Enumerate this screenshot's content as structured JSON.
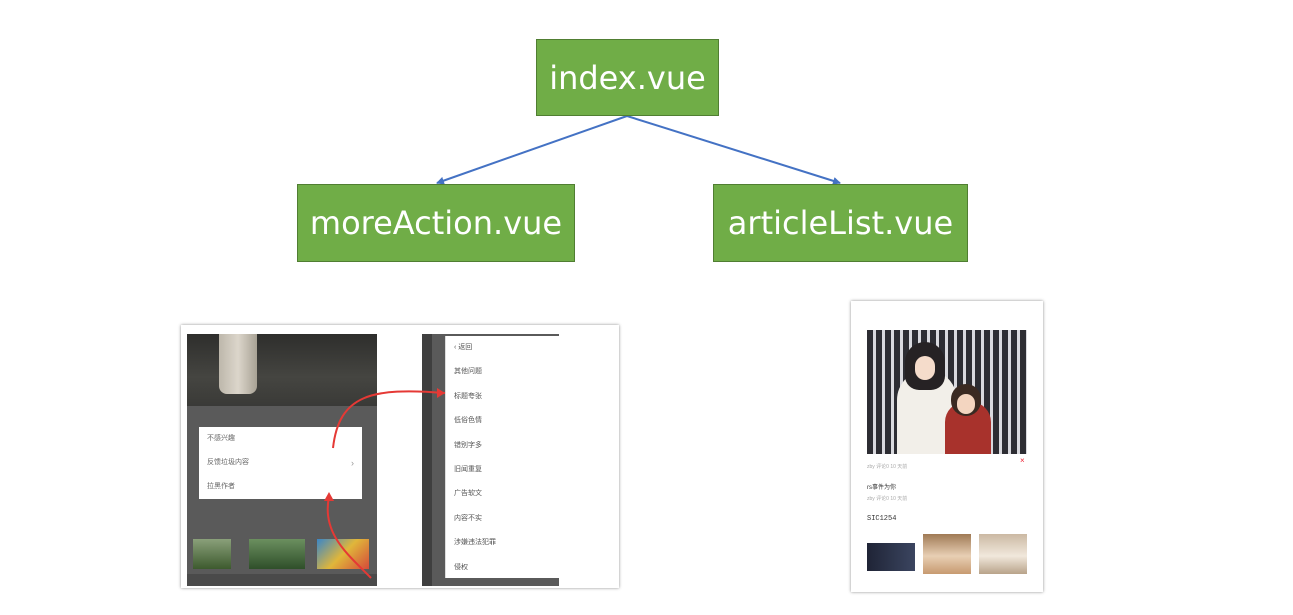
{
  "diagram": {
    "root": {
      "label": "index.vue"
    },
    "children": [
      {
        "label": "moreAction.vue"
      },
      {
        "label": "articleList.vue"
      }
    ],
    "colors": {
      "node_fill": "#70ad47",
      "node_text": "#ffffff",
      "edge": "#4472c4",
      "annotation_arrow": "#e53935"
    }
  },
  "left_screenshot": {
    "popup_items": [
      "不感兴趣",
      "反馈垃圾内容",
      "拉黑作者"
    ],
    "report_menu": [
      "返回",
      "其他问题",
      "标题夸张",
      "低俗色情",
      "错别字多",
      "旧闻重复",
      "广告软文",
      "内容不实",
      "涉嫌违法犯罪",
      "侵权"
    ]
  },
  "right_screenshot": {
    "meta_line": "zby  评论0  10 天前",
    "close_icon": "×",
    "article_title": "rs事件为你",
    "meta_line_2": "zby  评论0  10 天前",
    "code_text": "SIC1254"
  }
}
